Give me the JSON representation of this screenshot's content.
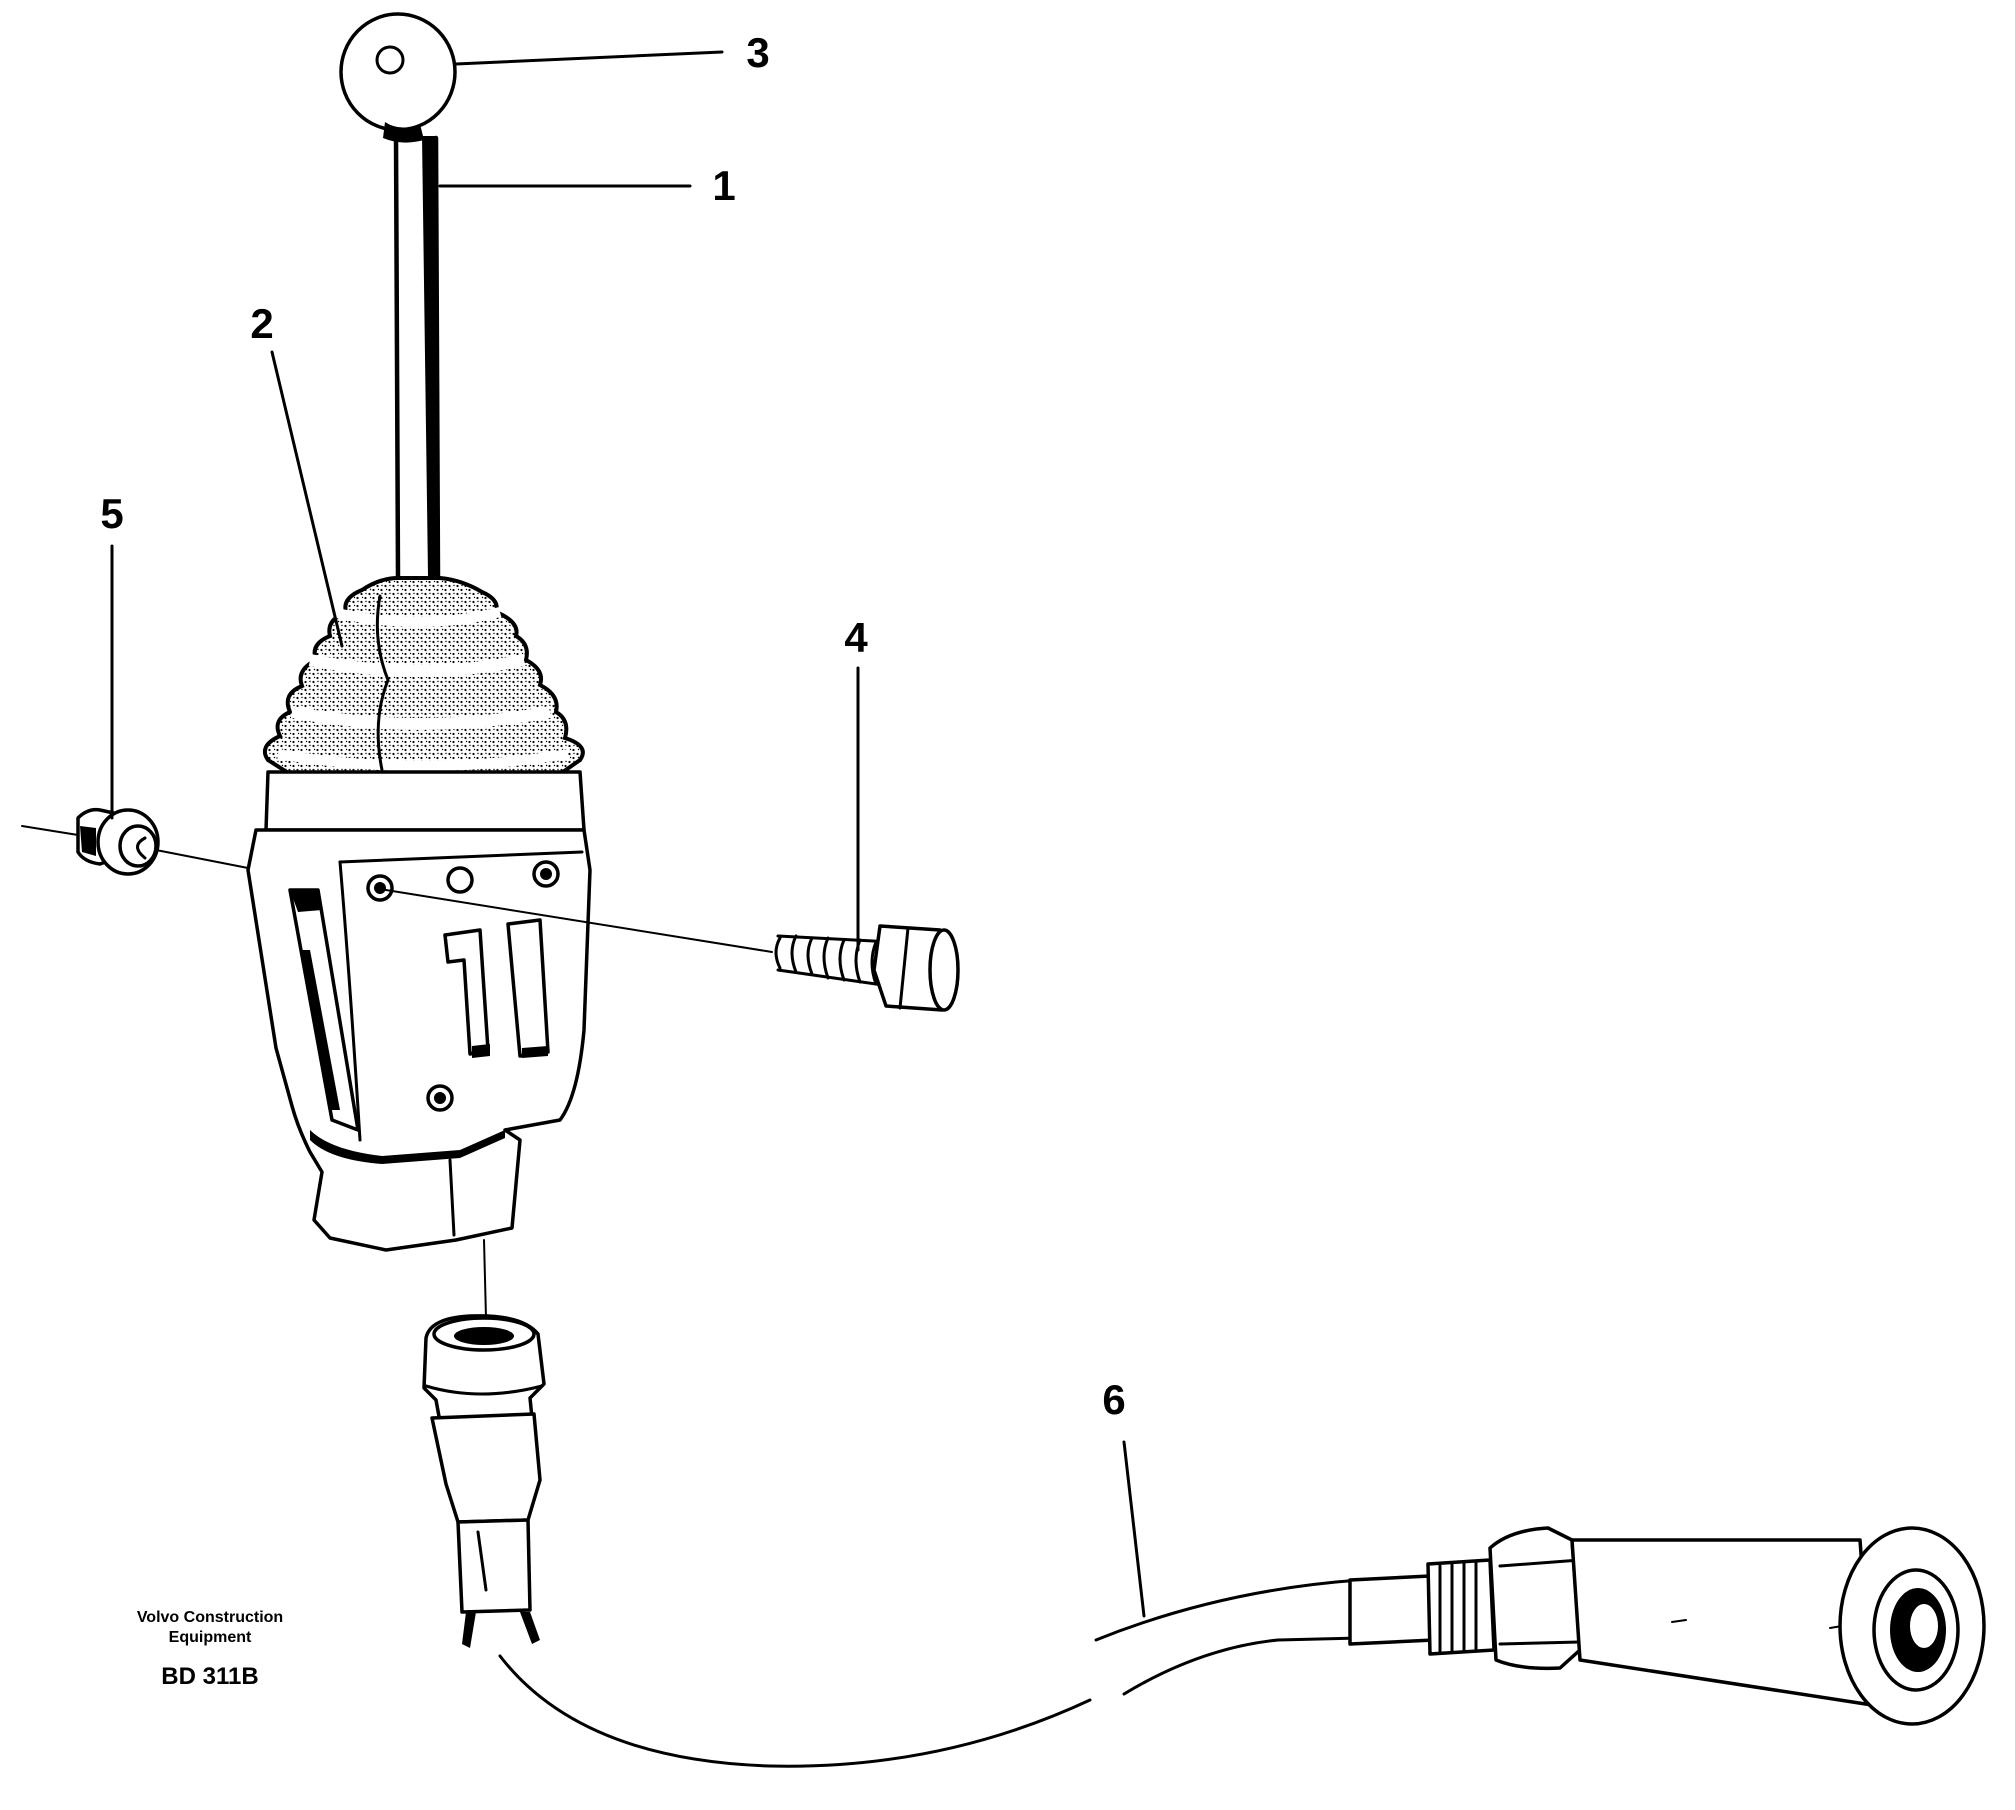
{
  "callouts": {
    "c1": "1",
    "c2": "2",
    "c3": "3",
    "c4": "4",
    "c5": "5",
    "c6": "6"
  },
  "stamp": {
    "company_line1": "Volvo Construction",
    "company_line2": "Equipment",
    "code": "BD 311B"
  }
}
